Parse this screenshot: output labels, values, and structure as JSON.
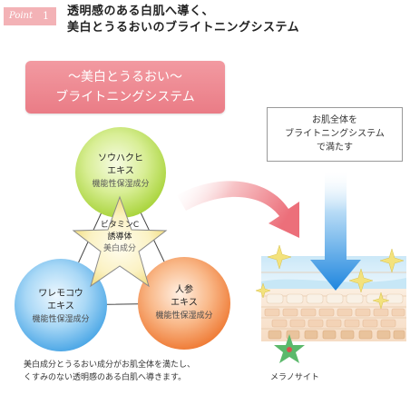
{
  "header": {
    "badge_text": "Point",
    "badge_number": "1",
    "headline_line1": "透明感のある白肌へ導く、",
    "headline_line2": "美白とうるおいのブライトニングシステム"
  },
  "system_banner": {
    "line1": "～美白とうるおい～",
    "line2": "ブライトニングシステム"
  },
  "callout": {
    "line1": "お肌全体を",
    "line2": "ブライトニングシステム",
    "line3": "で満たす"
  },
  "ingredients": {
    "top": {
      "name1": "ソウハクヒ",
      "name2": "エキス",
      "sub": "機能性保湿成分"
    },
    "center": {
      "name1": "ビタミンC",
      "name2": "誘導体",
      "sub": "美白成分"
    },
    "left": {
      "name1": "ワレモコウ",
      "name2": "エキス",
      "sub": "機能性保湿成分"
    },
    "right": {
      "name1": "人参",
      "name2": "エキス",
      "sub": "機能性保湿成分"
    }
  },
  "caption": {
    "line1": "美白成分とうるおい成分がお肌全体を満たし、",
    "line2": "くすみのない透明感のある白肌へ導きます。"
  },
  "skin_diagram": {
    "melanocyte_label": "メラノサイト"
  },
  "colors": {
    "banner_pink": "#ee8690",
    "arrow_blue": "#2e8ee0",
    "arrow_pink": "#ef7d86",
    "star_gold": "#f6e27a",
    "melanocyte_green": "#5bb96b"
  }
}
